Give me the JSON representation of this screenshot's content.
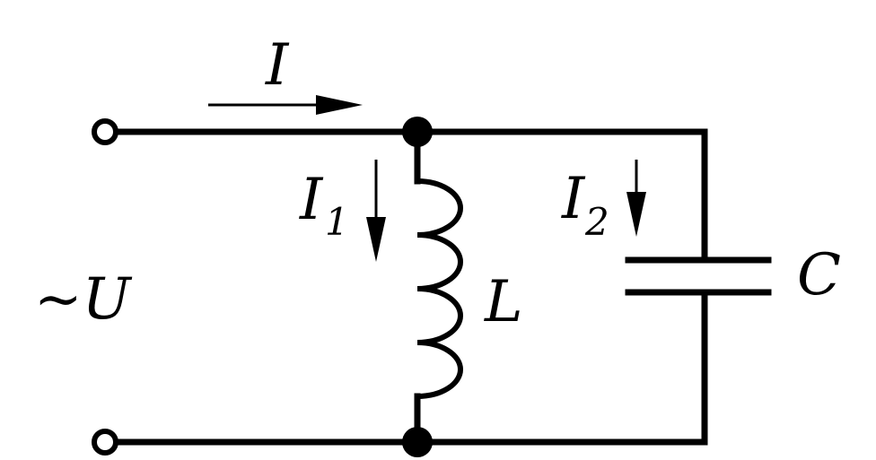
{
  "labels": {
    "current_total": "I",
    "current_inductor": "I",
    "current_inductor_sub": "1",
    "current_capacitor": "I",
    "current_capacitor_sub": "2",
    "voltage": "~U",
    "inductor": "L",
    "capacitor": "C"
  }
}
